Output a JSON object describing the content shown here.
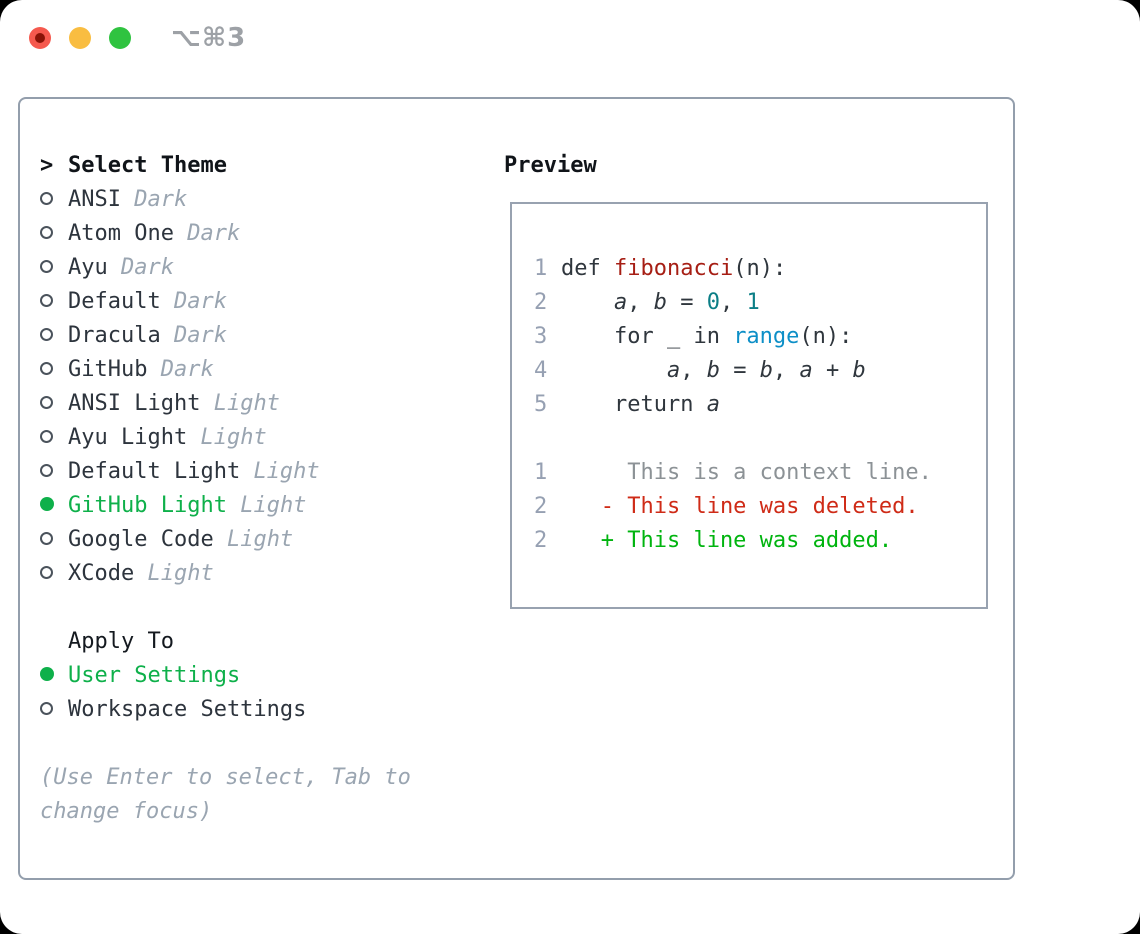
{
  "window": {
    "title": "⌥⌘3",
    "traffic_lights": [
      "close",
      "minimize",
      "zoom"
    ]
  },
  "colors": {
    "selection_green": "#0eb04a",
    "added_green": "#00b40f",
    "deleted_red": "#cf2b17",
    "function_red": "#a61e14",
    "number_teal": "#0b7e86",
    "builtin_blue": "#0d8fc7",
    "muted_gray": "#9aa5b1",
    "panel_border": "#939eac"
  },
  "theme_picker": {
    "header": {
      "prompt": ">",
      "label": "Select Theme"
    },
    "themes": [
      {
        "name": "ANSI",
        "variant": "Dark",
        "selected": false
      },
      {
        "name": "Atom One",
        "variant": "Dark",
        "selected": false
      },
      {
        "name": "Ayu",
        "variant": "Dark",
        "selected": false
      },
      {
        "name": "Default",
        "variant": "Dark",
        "selected": false
      },
      {
        "name": "Dracula",
        "variant": "Dark",
        "selected": false
      },
      {
        "name": "GitHub",
        "variant": "Dark",
        "selected": false
      },
      {
        "name": "ANSI Light",
        "variant": "Light",
        "selected": false
      },
      {
        "name": "Ayu Light",
        "variant": "Light",
        "selected": false
      },
      {
        "name": "Default Light",
        "variant": "Light",
        "selected": false
      },
      {
        "name": "GitHub Light",
        "variant": "Light",
        "selected": true
      },
      {
        "name": "Google Code",
        "variant": "Light",
        "selected": false
      },
      {
        "name": "XCode",
        "variant": "Light",
        "selected": false
      }
    ],
    "apply_to": {
      "label": "Apply To",
      "options": [
        {
          "name": "User Settings",
          "selected": true
        },
        {
          "name": "Workspace Settings",
          "selected": false
        }
      ]
    },
    "hint": "(Use Enter to select, Tab to change focus)"
  },
  "preview": {
    "label": "Preview",
    "lines": [
      {
        "num": "1",
        "segments": [
          {
            "t": "def ",
            "c": "plain"
          },
          {
            "t": "fibonacci",
            "c": "fn"
          },
          {
            "t": "(n):",
            "c": "plain"
          }
        ]
      },
      {
        "num": "2",
        "segments": [
          {
            "t": "    ",
            "c": "plain"
          },
          {
            "t": "a",
            "c": "var"
          },
          {
            "t": ", ",
            "c": "plain"
          },
          {
            "t": "b",
            "c": "var"
          },
          {
            "t": " = ",
            "c": "plain"
          },
          {
            "t": "0",
            "c": "lit"
          },
          {
            "t": ", ",
            "c": "plain"
          },
          {
            "t": "1",
            "c": "lit"
          }
        ]
      },
      {
        "num": "3",
        "segments": [
          {
            "t": "    for _ in ",
            "c": "plain"
          },
          {
            "t": "range",
            "c": "builtin"
          },
          {
            "t": "(n):",
            "c": "plain"
          }
        ]
      },
      {
        "num": "4",
        "segments": [
          {
            "t": "        ",
            "c": "plain"
          },
          {
            "t": "a",
            "c": "var"
          },
          {
            "t": ", ",
            "c": "plain"
          },
          {
            "t": "b",
            "c": "var"
          },
          {
            "t": " = ",
            "c": "plain"
          },
          {
            "t": "b",
            "c": "var"
          },
          {
            "t": ", ",
            "c": "plain"
          },
          {
            "t": "a",
            "c": "var"
          },
          {
            "t": " + ",
            "c": "plain"
          },
          {
            "t": "b",
            "c": "var"
          }
        ]
      },
      {
        "num": "5",
        "segments": [
          {
            "t": "    return ",
            "c": "plain"
          },
          {
            "t": "a",
            "c": "var"
          }
        ]
      },
      {
        "num": "",
        "segments": []
      },
      {
        "num": "1",
        "segments": [
          {
            "t": "     This is a context line.",
            "c": "ctx"
          }
        ]
      },
      {
        "num": "2",
        "segments": [
          {
            "t": "   - This line was deleted.",
            "c": "del"
          }
        ]
      },
      {
        "num": "2",
        "segments": [
          {
            "t": "   + This line was added.",
            "c": "add"
          }
        ]
      }
    ]
  }
}
